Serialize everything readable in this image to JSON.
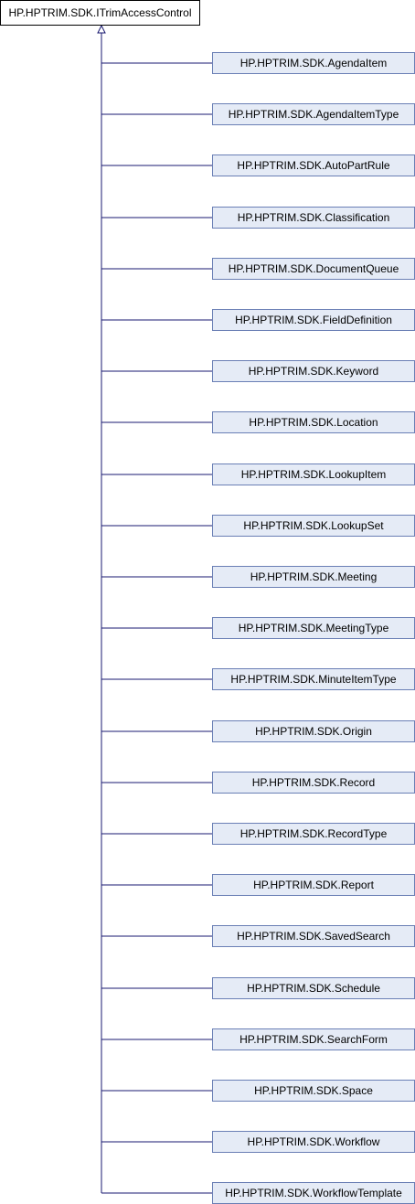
{
  "colors": {
    "edge": "#191970",
    "box_border": "#6a7fb5",
    "box_fill": "#e5ebf6",
    "root_border": "#000000"
  },
  "root": {
    "label": "HP.HPTRIM.SDK.ITrimAccessControl"
  },
  "children": [
    {
      "label": "HP.HPTRIM.SDK.AgendaItem"
    },
    {
      "label": "HP.HPTRIM.SDK.AgendaItemType"
    },
    {
      "label": "HP.HPTRIM.SDK.AutoPartRule"
    },
    {
      "label": "HP.HPTRIM.SDK.Classification"
    },
    {
      "label": "HP.HPTRIM.SDK.DocumentQueue"
    },
    {
      "label": "HP.HPTRIM.SDK.FieldDefinition"
    },
    {
      "label": "HP.HPTRIM.SDK.Keyword"
    },
    {
      "label": "HP.HPTRIM.SDK.Location"
    },
    {
      "label": "HP.HPTRIM.SDK.LookupItem"
    },
    {
      "label": "HP.HPTRIM.SDK.LookupSet"
    },
    {
      "label": "HP.HPTRIM.SDK.Meeting"
    },
    {
      "label": "HP.HPTRIM.SDK.MeetingType"
    },
    {
      "label": "HP.HPTRIM.SDK.MinuteItemType"
    },
    {
      "label": "HP.HPTRIM.SDK.Origin"
    },
    {
      "label": "HP.HPTRIM.SDK.Record"
    },
    {
      "label": "HP.HPTRIM.SDK.RecordType"
    },
    {
      "label": "HP.HPTRIM.SDK.Report"
    },
    {
      "label": "HP.HPTRIM.SDK.SavedSearch"
    },
    {
      "label": "HP.HPTRIM.SDK.Schedule"
    },
    {
      "label": "HP.HPTRIM.SDK.SearchForm"
    },
    {
      "label": "HP.HPTRIM.SDK.Space"
    },
    {
      "label": "HP.HPTRIM.SDK.Workflow"
    },
    {
      "label": "HP.HPTRIM.SDK.WorkflowTemplate"
    }
  ]
}
